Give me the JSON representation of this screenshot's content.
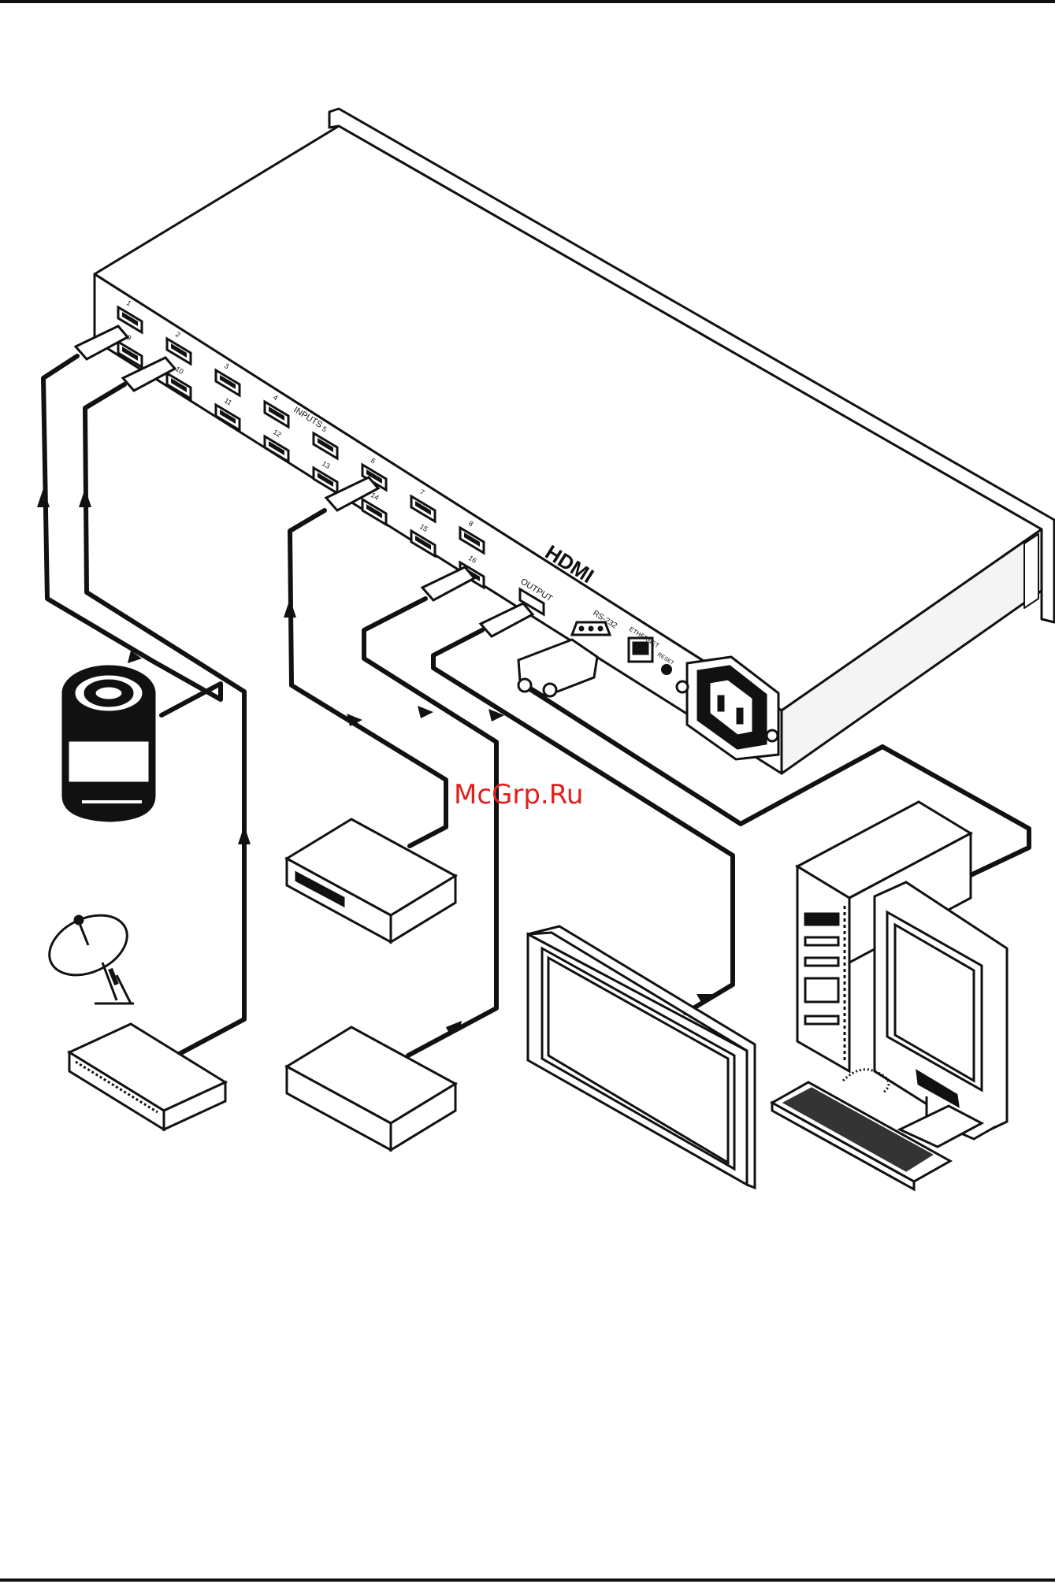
{
  "device": {
    "input_label": "INPUTS",
    "output_label": "OUTPUT",
    "rs232_label": "RS-232",
    "ethernet_label": "ETHERNET",
    "reset_label": "RESET",
    "logo": "HDMI",
    "input_numbers": [
      "1",
      "9",
      "2",
      "10",
      "3",
      "11",
      "4",
      "12",
      "5",
      "13",
      "6",
      "14",
      "7",
      "15",
      "8",
      "16"
    ]
  },
  "watermark": {
    "text": "McGrp.Ru"
  },
  "colors": {
    "line": "#111111",
    "watermark": "#e0201f",
    "background": "#ffffff"
  },
  "icons": [
    "hdmi-connector-icon",
    "camera-icon",
    "satellite-dish-icon",
    "set-top-box-icon",
    "dvd-player-icon",
    "flat-panel-display-icon",
    "desktop-computer-icon",
    "monitor-icon",
    "keyboard-icon",
    "power-inlet-icon"
  ]
}
